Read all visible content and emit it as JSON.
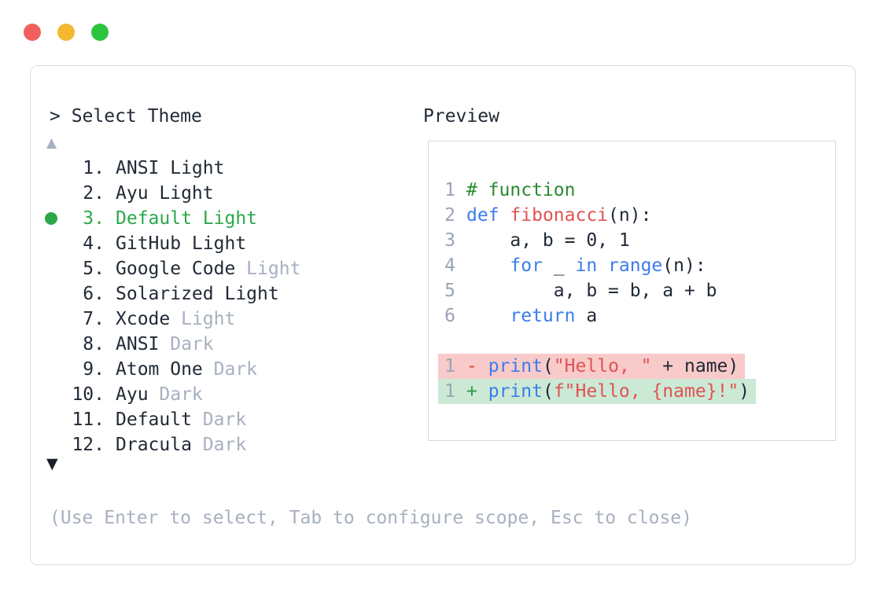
{
  "window": {
    "traffic_lights": [
      {
        "name": "close",
        "color": "#f1605a"
      },
      {
        "name": "minimize",
        "color": "#f4b831"
      },
      {
        "name": "zoom",
        "color": "#2cc43e"
      }
    ]
  },
  "picker": {
    "prompt": "> Select Theme",
    "scroll_up": "▲",
    "scroll_down": "▼",
    "hint": "(Use Enter to select, Tab to configure scope, Esc to close)",
    "themes": [
      {
        "num": "1.",
        "name": "ANSI Light",
        "muted": "",
        "selected": false
      },
      {
        "num": "2.",
        "name": "Ayu Light",
        "muted": "",
        "selected": false
      },
      {
        "num": "3.",
        "name": "Default Light",
        "muted": "",
        "selected": true
      },
      {
        "num": "4.",
        "name": "GitHub Light",
        "muted": "",
        "selected": false
      },
      {
        "num": "5.",
        "name": "Google Code",
        "muted": "Light",
        "selected": false
      },
      {
        "num": "6.",
        "name": "Solarized Light",
        "muted": "",
        "selected": false
      },
      {
        "num": "7.",
        "name": "Xcode",
        "muted": "Light",
        "selected": false
      },
      {
        "num": "8.",
        "name": "ANSI",
        "muted": "Dark",
        "selected": false
      },
      {
        "num": "9.",
        "name": "Atom One",
        "muted": "Dark",
        "selected": false
      },
      {
        "num": "10.",
        "name": "Ayu",
        "muted": "Dark",
        "selected": false
      },
      {
        "num": "11.",
        "name": "Default",
        "muted": "Dark",
        "selected": false
      },
      {
        "num": "12.",
        "name": "Dracula",
        "muted": "Dark",
        "selected": false
      }
    ]
  },
  "preview": {
    "label": "Preview",
    "lines": [
      {
        "no": "1",
        "diff": "",
        "tokens": [
          [
            "# function",
            "comment"
          ]
        ]
      },
      {
        "no": "2",
        "diff": "",
        "tokens": [
          [
            "def",
            "kw"
          ],
          [
            " ",
            "plain"
          ],
          [
            "fibonacci",
            "fn"
          ],
          [
            "(n):",
            "plain"
          ]
        ]
      },
      {
        "no": "3",
        "diff": "",
        "tokens": [
          [
            "    a, b = 0, 1",
            "plain"
          ]
        ]
      },
      {
        "no": "4",
        "diff": "",
        "tokens": [
          [
            "    ",
            "plain"
          ],
          [
            "for",
            "kw"
          ],
          [
            " _ ",
            "plain"
          ],
          [
            "in",
            "kw"
          ],
          [
            " ",
            "plain"
          ],
          [
            "range",
            "kw"
          ],
          [
            "(n):",
            "plain"
          ]
        ]
      },
      {
        "no": "5",
        "diff": "",
        "tokens": [
          [
            "        a, b = b, a + b",
            "plain"
          ]
        ]
      },
      {
        "no": "6",
        "diff": "",
        "tokens": [
          [
            "    ",
            "plain"
          ],
          [
            "return",
            "kw"
          ],
          [
            " a",
            "plain"
          ]
        ]
      },
      {
        "no": "",
        "diff": "",
        "tokens": []
      },
      {
        "no": "1",
        "diff": "removed",
        "tokens": [
          [
            "-",
            "minus"
          ],
          [
            " ",
            "plain"
          ],
          [
            "print",
            "kw"
          ],
          [
            "(",
            "plain"
          ],
          [
            "\"Hello, \"",
            "str"
          ],
          [
            " + name)",
            "plain"
          ]
        ]
      },
      {
        "no": "1",
        "diff": "added",
        "tokens": [
          [
            "+",
            "plus"
          ],
          [
            " ",
            "plain"
          ],
          [
            "print",
            "kw"
          ],
          [
            "(",
            "plain"
          ],
          [
            "f\"Hello, {name}!\"",
            "str"
          ],
          [
            ")",
            "plain"
          ]
        ]
      }
    ]
  },
  "colors": {
    "text_dark": "#212a36",
    "text_muted": "#a7b0c0",
    "lineno_gray": "#9aa4b5",
    "selection_green": "#2aa84a",
    "comment_green": "#2b8a2e",
    "keyword_blue": "#3d7ce9",
    "literal_red": "#e05353",
    "minus_red": "#d4403a",
    "plus_green": "#2a9948",
    "diff_removed_bg": "#f9caca",
    "diff_added_bg": "#cbe9d5",
    "panel_border": "#d9dde3",
    "preview_border": "#d6dade",
    "arrow_down": "#1a1f29"
  }
}
